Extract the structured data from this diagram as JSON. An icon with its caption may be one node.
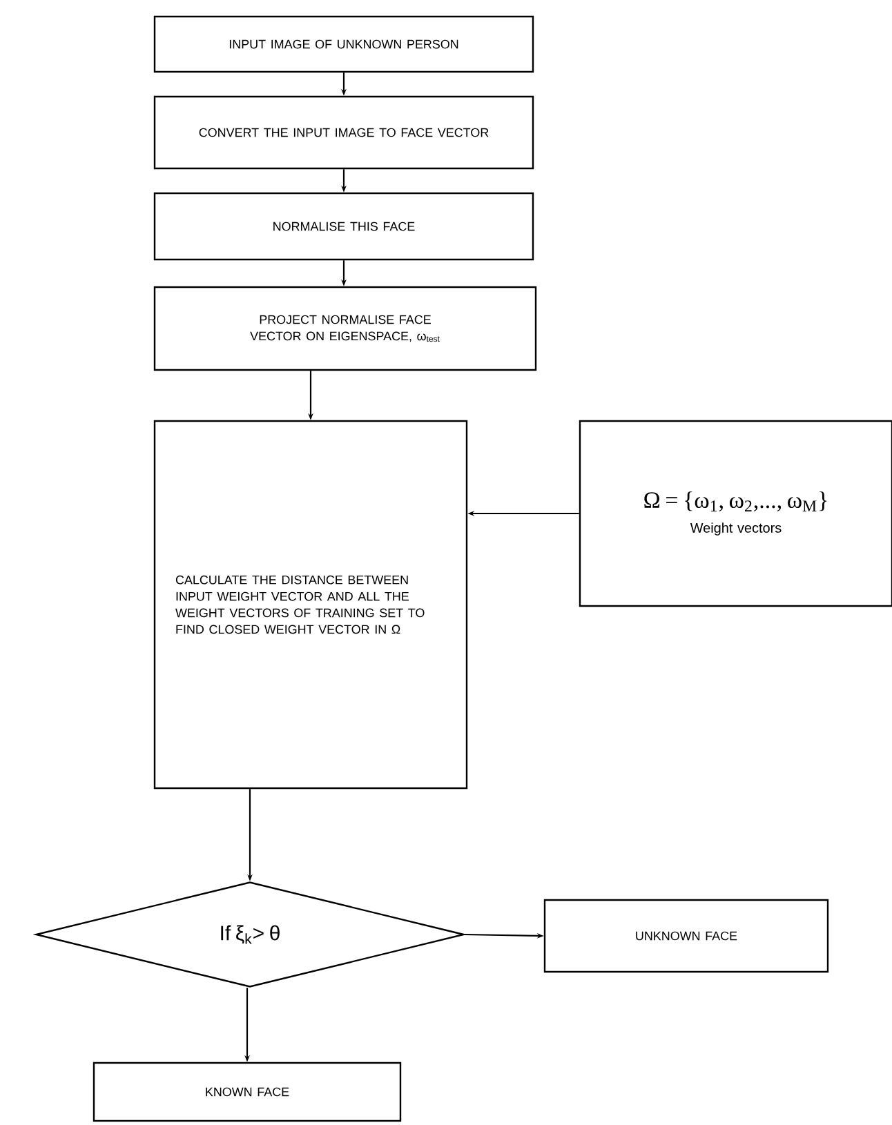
{
  "diagram": {
    "nodes": [
      {
        "text": [
          "INPUT IMAGE OF UNKNOWN PERSON"
        ]
      },
      {
        "text": [
          "CONVERT THE INPUT IMAGE TO FACE VECTOR"
        ]
      },
      {
        "text": [
          "NORMALISE THIS FACE"
        ]
      },
      {
        "text": [
          "PROJECT NORMALISE FACE VECTOR ON EIGENSPACE, ω$_{test}$"
        ]
      },
      {
        "text": [
          "CALCULATE THE DISTANCE BETWEEN INPUT WEIGHT VECTOR AND ALL THE WEIGHT VECTORS OF TRAINING SET TO FIND CLOSED WEIGHT VECTOR IN Ω"
        ]
      },
      {
        "text": [
          "Ω = {ω$_{1}$, ω$_{2}$,..., ω$_{M}$}",
          "Weight vectors"
        ]
      },
      {
        "text": [
          "If ξ$_{k}$>  θ"
        ]
      },
      {
        "text": [
          "UNKNOWN FACE"
        ]
      },
      {
        "text": [
          "KNOWN FACE"
        ]
      }
    ],
    "edges": [
      {
        "from": 0,
        "to": 1,
        "arrow": "to"
      },
      {
        "from": 1,
        "to": 2,
        "arrow": "to"
      },
      {
        "from": 2,
        "to": 3,
        "arrow": "to"
      },
      {
        "from": 3,
        "to": 4,
        "arrow": "to"
      },
      {
        "from": 5,
        "to": 4,
        "arrow": "to"
      },
      {
        "from": 4,
        "to": 6,
        "arrow": "to"
      },
      {
        "from": 6,
        "to": 7,
        "arrow": "to"
      },
      {
        "from": 6,
        "to": 8,
        "arrow": "to"
      }
    ]
  }
}
